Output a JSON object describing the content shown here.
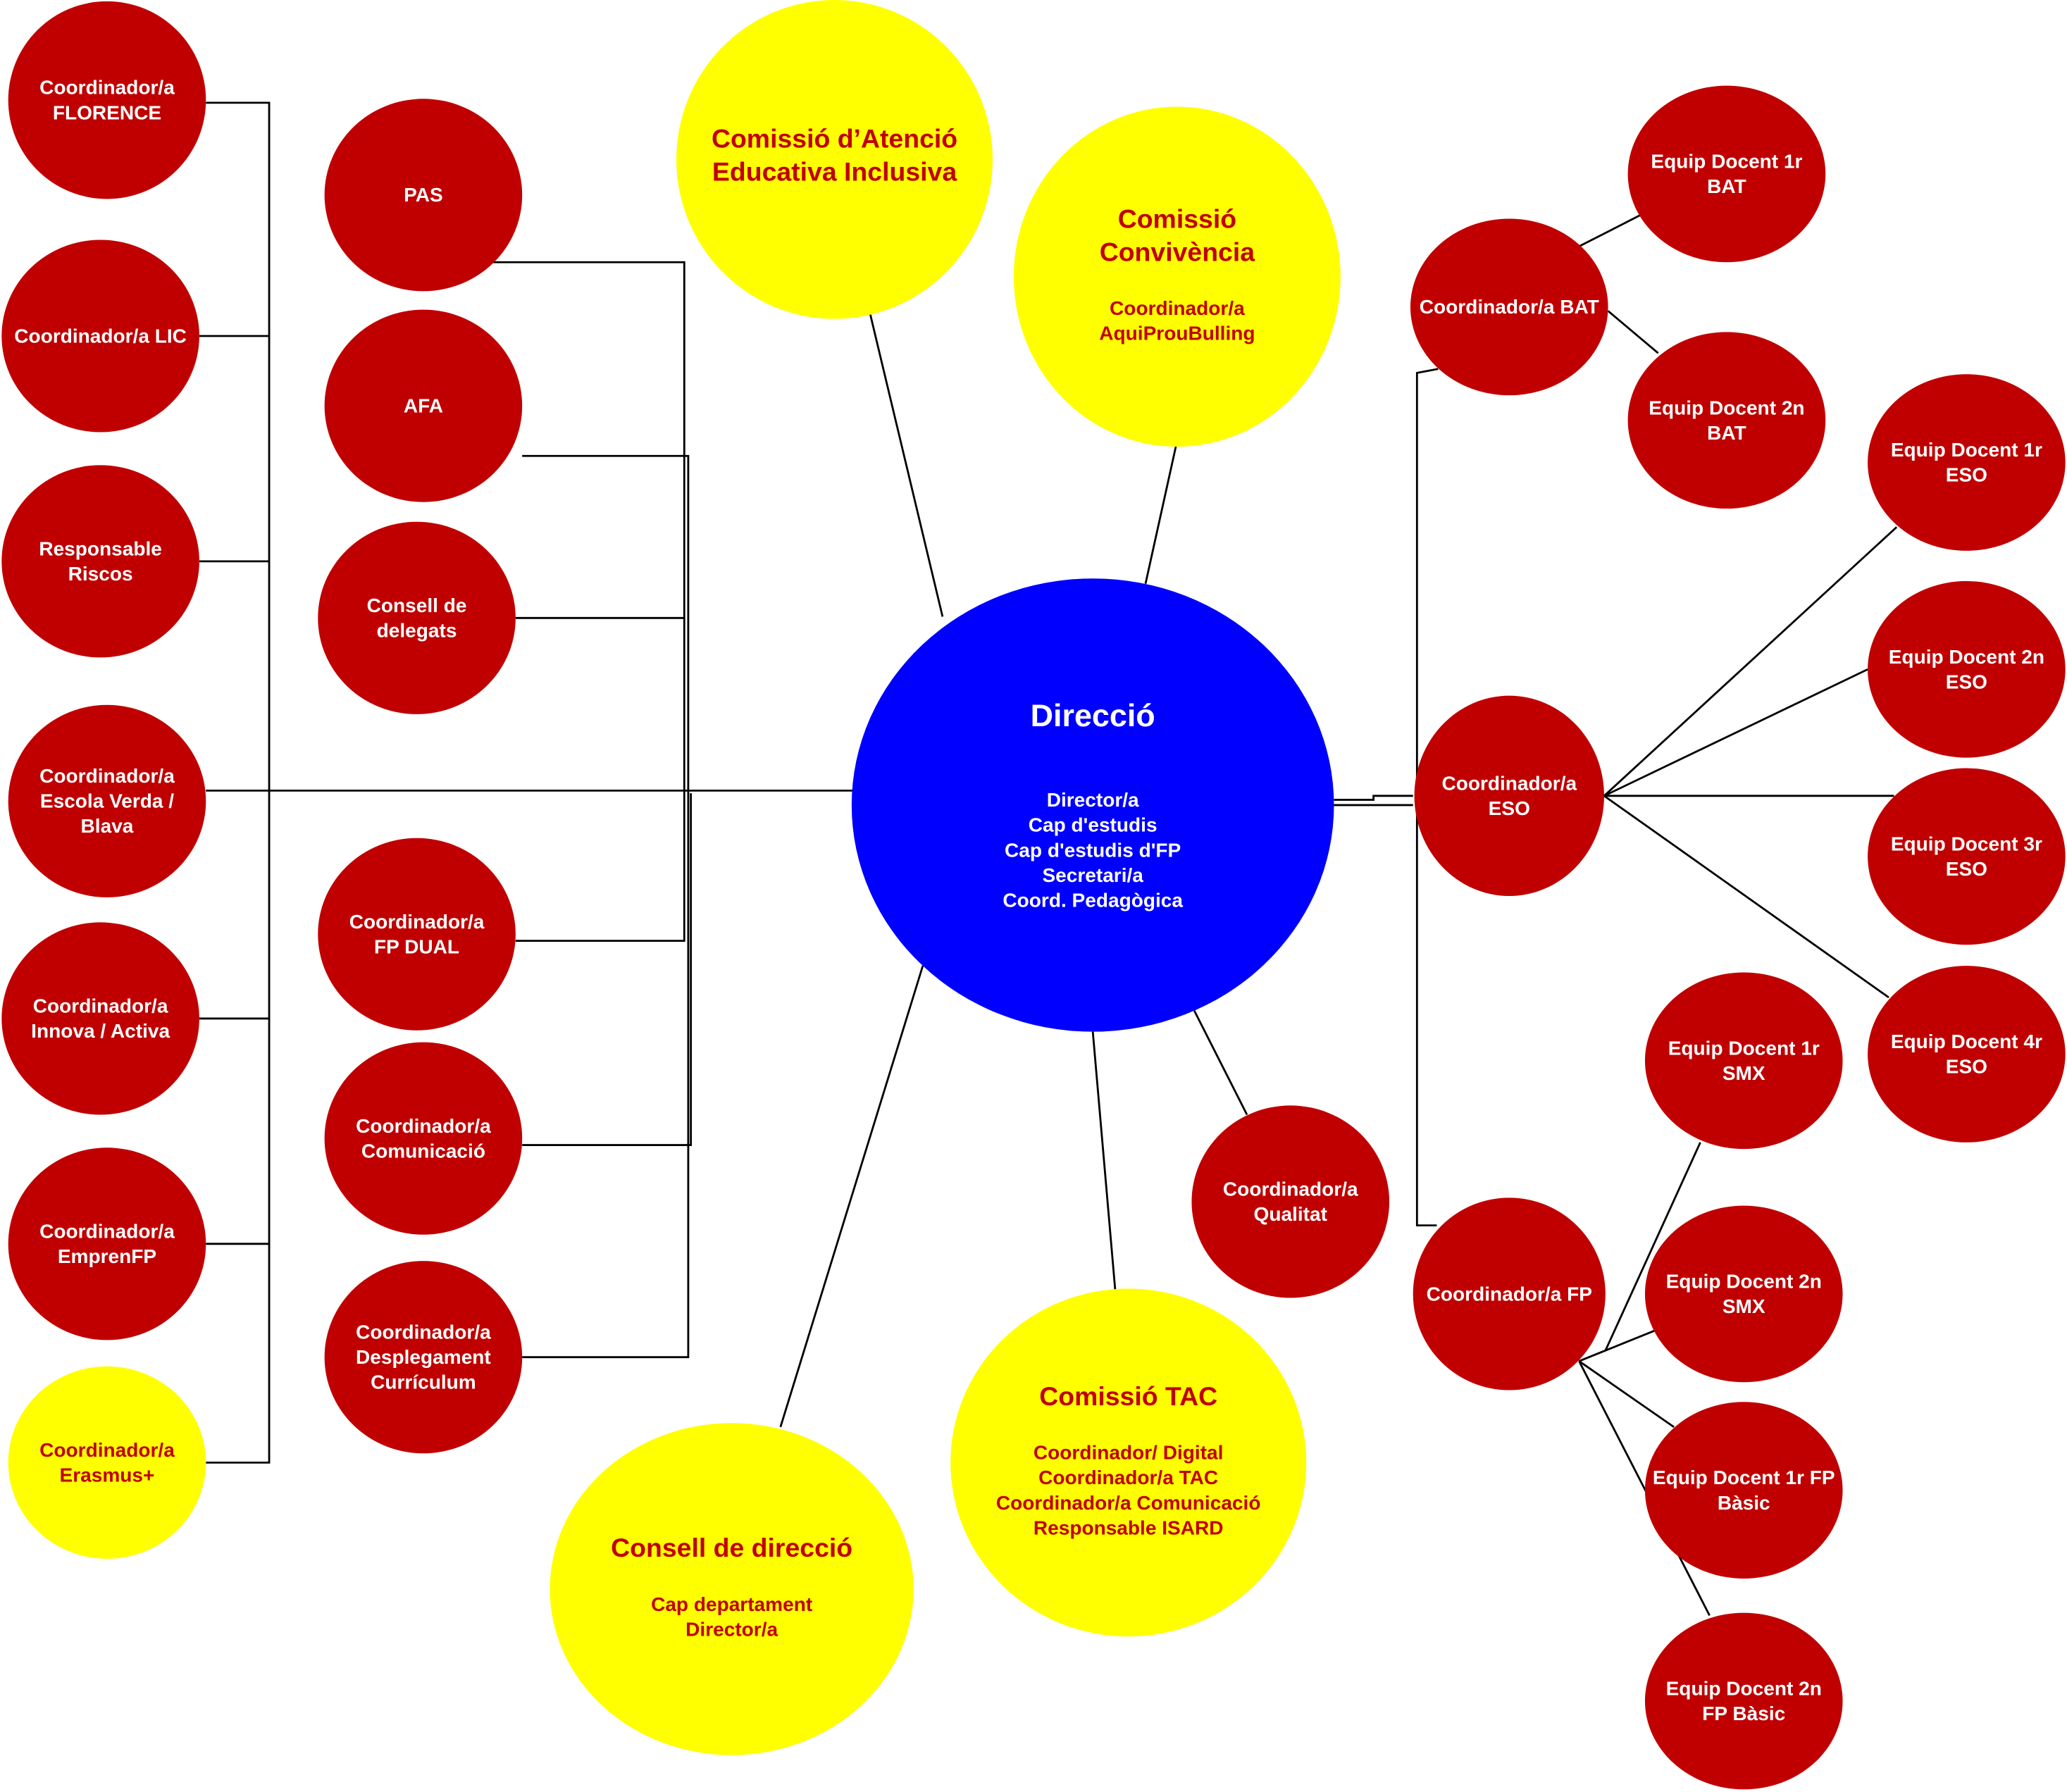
{
  "colors": {
    "red_node": "#c00000",
    "yellow_node": "#ffff00",
    "blue_node": "#0000ff",
    "white_text": "#ffffff",
    "red_text": "#c00000",
    "line": "#000000"
  },
  "nodes": {
    "florence": {
      "lines": [
        "Coordinador/a",
        "FLORENCE"
      ]
    },
    "lic": {
      "lines": [
        "Coordinador/a LIC"
      ]
    },
    "riscos": {
      "lines": [
        "Responsable",
        "Riscos"
      ]
    },
    "verda": {
      "lines": [
        "Coordinador/a",
        "Escola Verda /",
        "Blava"
      ]
    },
    "innova": {
      "lines": [
        "Coordinador/a",
        "Innova / Activa"
      ]
    },
    "emprenfp": {
      "lines": [
        "Coordinador/a",
        "EmprenFP"
      ]
    },
    "erasmus": {
      "lines": [
        "Coordinador/a",
        "Erasmus+"
      ]
    },
    "pas": {
      "lines": [
        "PAS"
      ]
    },
    "afa": {
      "lines": [
        "AFA"
      ]
    },
    "delegats": {
      "lines": [
        "Consell de",
        "delegats"
      ]
    },
    "fpdual": {
      "lines": [
        "Coordinador/a",
        "FP DUAL"
      ]
    },
    "comunicacio": {
      "lines": [
        "Coordinador/a",
        "Comunicació"
      ]
    },
    "desplegament": {
      "lines": [
        "Coordinador/a",
        "Desplegament",
        "Currículum"
      ]
    },
    "caei": {
      "title": [
        "Comissió d’Atenció",
        "Educativa Inclusiva"
      ],
      "lines": []
    },
    "convivencia": {
      "title": [
        "Comissió",
        "Convivència"
      ],
      "lines": [
        "Coordinador/a",
        "AquiProuBulling"
      ]
    },
    "direccio": {
      "title": [
        "Direcció"
      ],
      "lines": [
        "Director/a",
        "Cap d'estudis",
        "Cap d'estudis d'FP",
        "Secretari/a",
        "Coord. Pedagògica"
      ]
    },
    "qualitat": {
      "lines": [
        "Coordinador/a",
        "Qualitat"
      ]
    },
    "tac": {
      "title": [
        "Comissió TAC"
      ],
      "lines": [
        "Coordinador/ Digital",
        "Coordinador/a TAC",
        "Coordinador/a Comunicació",
        "Responsable ISARD"
      ]
    },
    "consell": {
      "title": [
        "Consell de direcció"
      ],
      "lines": [
        "Cap departament",
        "Director/a"
      ]
    },
    "bat": {
      "lines": [
        "Coordinador/a BAT"
      ]
    },
    "eso": {
      "lines": [
        "Coordinador/a",
        "ESO"
      ]
    },
    "fp": {
      "lines": [
        "Coordinador/a FP"
      ]
    },
    "bat1": {
      "lines": [
        "Equip Docent 1r",
        "BAT"
      ]
    },
    "bat2": {
      "lines": [
        "Equip Docent 2n",
        "BAT"
      ]
    },
    "eso1": {
      "lines": [
        "Equip Docent 1r",
        "ESO"
      ]
    },
    "eso2": {
      "lines": [
        "Equip Docent 2n",
        "ESO"
      ]
    },
    "eso3": {
      "lines": [
        "Equip Docent 3r",
        "ESO"
      ]
    },
    "eso4": {
      "lines": [
        "Equip Docent 4r",
        "ESO"
      ]
    },
    "smx1": {
      "lines": [
        "Equip Docent 1r",
        "SMX"
      ]
    },
    "smx2": {
      "lines": [
        "Equip Docent 2n",
        "SMX"
      ]
    },
    "fpb1": {
      "lines": [
        "Equip Docent 1r FP",
        "Bàsic"
      ]
    },
    "fpb2": {
      "lines": [
        "Equip Docent 2n",
        "FP Bàsic"
      ]
    }
  }
}
